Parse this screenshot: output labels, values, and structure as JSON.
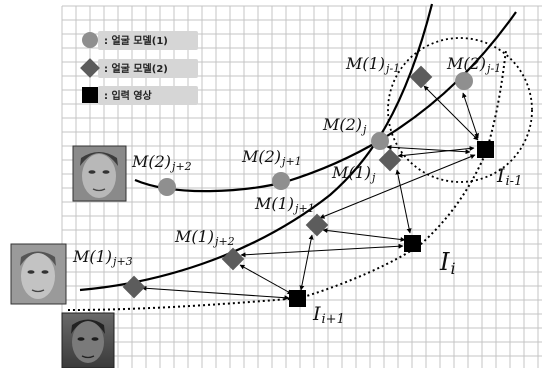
{
  "legend": {
    "items": [
      {
        "marker": "circle",
        "text": ": 얼굴 모델(1)"
      },
      {
        "marker": "diamond",
        "text": ": 얼굴 모델(2)"
      },
      {
        "marker": "square",
        "text": ": 입력 영상"
      }
    ]
  },
  "labels": {
    "m1_j_minus_1": {
      "base": "M(1)",
      "sub": "j-1"
    },
    "m2_j_minus_1": {
      "base": "M(2)",
      "sub": "j-1"
    },
    "m2_j": {
      "base": "M(2)",
      "sub": "j"
    },
    "m1_j": {
      "base": "M(1)",
      "sub": "j"
    },
    "m2_j_plus_2": {
      "base": "M(2)",
      "sub": "j+2"
    },
    "m2_j_plus_1": {
      "base": "M(2)",
      "sub": "j+1"
    },
    "m1_j_plus_1": {
      "base": "M(1)",
      "sub": "j+1"
    },
    "m1_j_plus_2": {
      "base": "M(1)",
      "sub": "j+2"
    },
    "m1_j_plus_3": {
      "base": "M(1)",
      "sub": "j+3"
    },
    "i_i_minus_1": {
      "base": "I",
      "sub": "i-1"
    },
    "i_i": {
      "base": "I",
      "sub": "i"
    },
    "i_i_plus_1": {
      "base": "I",
      "sub": "i+1"
    }
  },
  "colors": {
    "grid": "#c4c4c4",
    "circle": "#8f8f8f",
    "diamond": "#5c5c5c",
    "square": "#000000",
    "curve": "#000000",
    "legend_bg": "#d6d6d6"
  }
}
